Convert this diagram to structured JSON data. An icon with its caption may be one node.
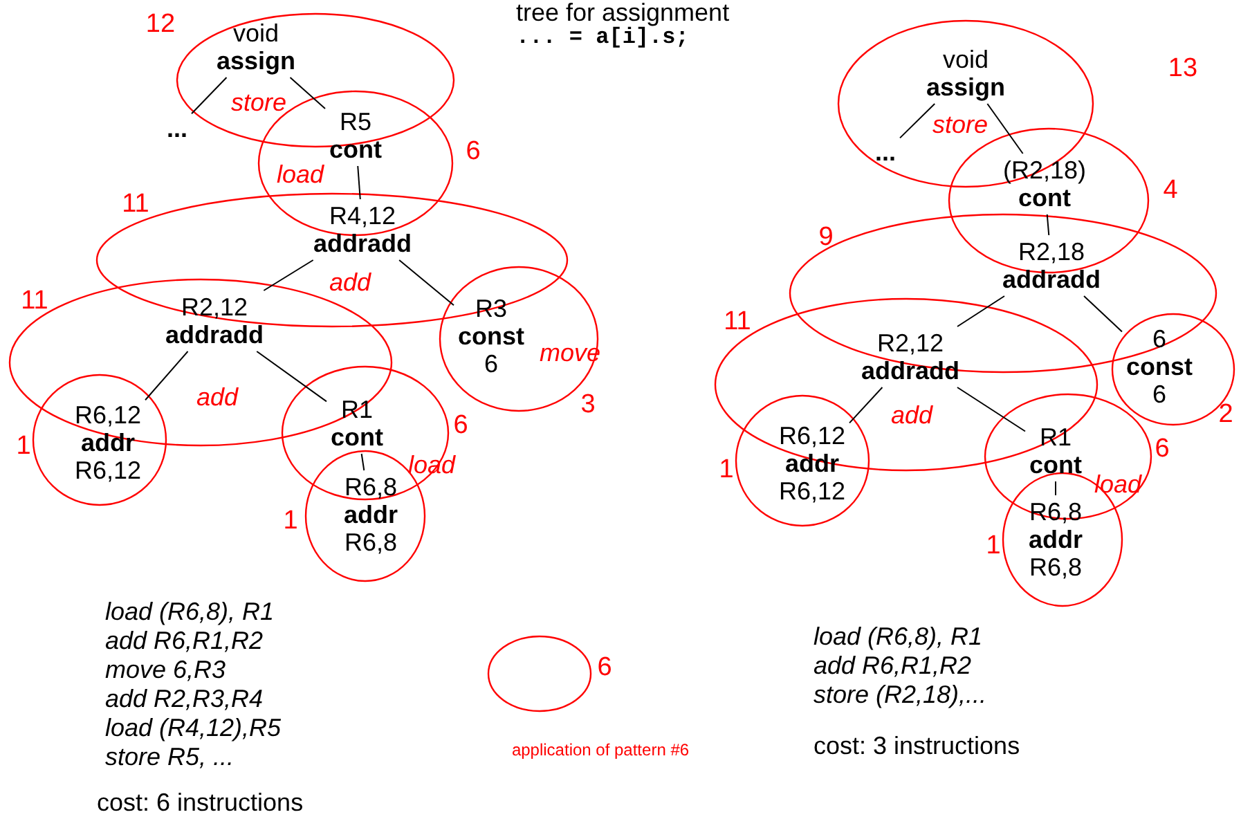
{
  "diagram": {
    "title": "tree for assignment",
    "nodes": [
      {
        "text": [
          "void",
          "assign"
        ]
      },
      {
        "text": [
          "..."
        ]
      },
      {
        "text": [
          "R5",
          "cont"
        ]
      },
      {
        "text": [
          "R4,12",
          "addradd"
        ]
      },
      {
        "text": [
          "R2,12",
          "addradd"
        ]
      },
      {
        "text": [
          "R3",
          "const",
          "6"
        ]
      },
      {
        "text": [
          "R6,12",
          "addr",
          "R6,12"
        ]
      },
      {
        "text": [
          "R1",
          "cont"
        ]
      },
      {
        "text": [
          "R6,8",
          "addr",
          "R6,8"
        ]
      },
      {
        "text": [
          "void",
          "assign"
        ]
      },
      {
        "text": [
          "..."
        ]
      },
      {
        "text": [
          "(R2,18)",
          "cont"
        ]
      },
      {
        "text": [
          "R2,18",
          "addradd"
        ]
      },
      {
        "text": [
          "R2,12",
          "addradd"
        ]
      },
      {
        "text": [
          "6",
          "const",
          "6"
        ]
      },
      {
        "text": [
          "R6,12",
          "addr",
          "R6,12"
        ]
      },
      {
        "text": [
          "R1",
          "cont"
        ]
      },
      {
        "text": [
          "R6,8",
          "addr",
          "R6,8"
        ]
      }
    ],
    "edges": [
      {
        "from": 0,
        "to": 1,
        "arrow": "none"
      },
      {
        "from": 0,
        "to": 2,
        "arrow": "none"
      },
      {
        "from": 2,
        "to": 3,
        "arrow": "none"
      },
      {
        "from": 3,
        "to": 4,
        "arrow": "none"
      },
      {
        "from": 3,
        "to": 5,
        "arrow": "none"
      },
      {
        "from": 4,
        "to": 6,
        "arrow": "none"
      },
      {
        "from": 4,
        "to": 7,
        "arrow": "none"
      },
      {
        "from": 7,
        "to": 8,
        "arrow": "none"
      },
      {
        "from": 9,
        "to": 10,
        "arrow": "none"
      },
      {
        "from": 9,
        "to": 11,
        "arrow": "none"
      },
      {
        "from": 11,
        "to": 12,
        "arrow": "none"
      },
      {
        "from": 12,
        "to": 13,
        "arrow": "none"
      },
      {
        "from": 12,
        "to": 14,
        "arrow": "none"
      },
      {
        "from": 13,
        "to": 15,
        "arrow": "none"
      },
      {
        "from": 13,
        "to": 16,
        "arrow": "none"
      },
      {
        "from": 16,
        "to": 17,
        "arrow": "none"
      }
    ],
    "labels": [
      "... = a[i].s;",
      "12",
      "store",
      "6",
      "load",
      "11",
      "add",
      "11",
      "add",
      "move",
      "3",
      "6",
      "load",
      "1",
      "1",
      "13",
      "store",
      "4",
      "9",
      "11",
      "add",
      "2",
      "6",
      "load",
      "1",
      "1",
      "6",
      "load (R6,8), R1",
      "add R6,R1,R2",
      "move 6,R3",
      "add R2,R3,R4",
      "load (R4,12),R5",
      "store R5, ...",
      "cost: 6 instructions",
      "load (R6,8), R1",
      "add R6,R1,R2",
      "store (R2,18),...",
      "cost: 3 instructions"
    ],
    "legend": [
      {
        "text": "application of pattern #6"
      }
    ]
  }
}
